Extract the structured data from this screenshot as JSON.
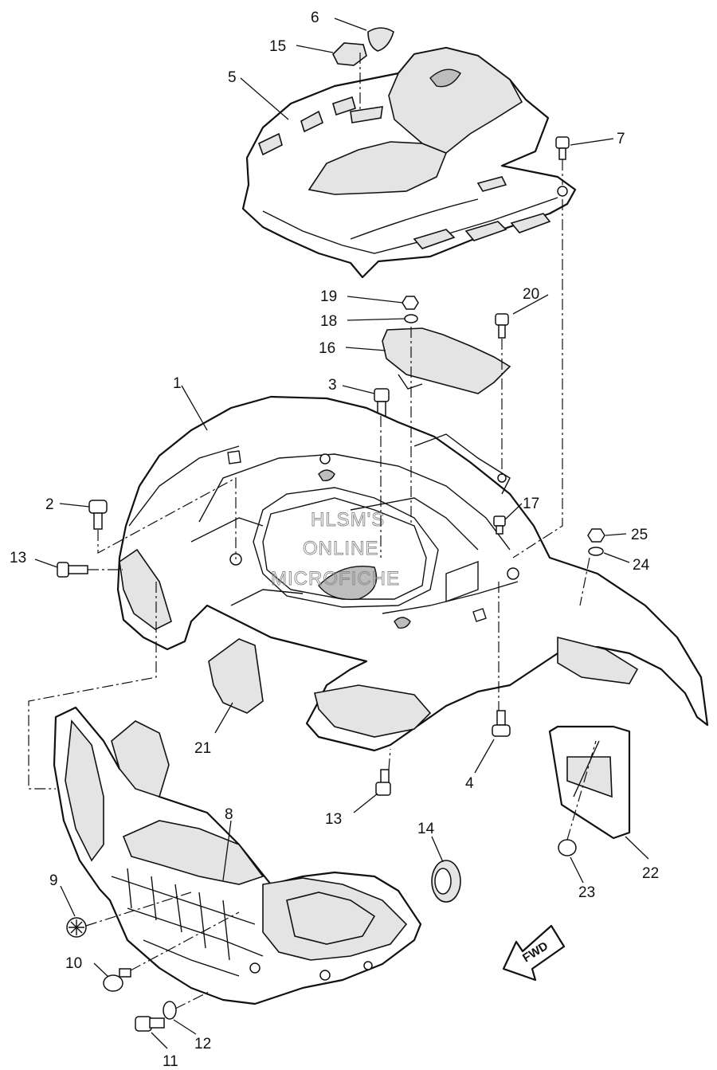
{
  "diagram": {
    "callouts": [
      {
        "id": "c1",
        "text": "1"
      },
      {
        "id": "c2",
        "text": "2"
      },
      {
        "id": "c3",
        "text": "3"
      },
      {
        "id": "c4",
        "text": "4"
      },
      {
        "id": "c5",
        "text": "5"
      },
      {
        "id": "c6",
        "text": "6"
      },
      {
        "id": "c7",
        "text": "7"
      },
      {
        "id": "c8",
        "text": "8"
      },
      {
        "id": "c9",
        "text": "9"
      },
      {
        "id": "c10",
        "text": "10"
      },
      {
        "id": "c11",
        "text": "11"
      },
      {
        "id": "c12",
        "text": "12"
      },
      {
        "id": "c13a",
        "text": "13"
      },
      {
        "id": "c13b",
        "text": "13"
      },
      {
        "id": "c14",
        "text": "14"
      },
      {
        "id": "c15",
        "text": "15"
      },
      {
        "id": "c16",
        "text": "16"
      },
      {
        "id": "c17",
        "text": "17"
      },
      {
        "id": "c18",
        "text": "18"
      },
      {
        "id": "c19",
        "text": "19"
      },
      {
        "id": "c20",
        "text": "20"
      },
      {
        "id": "c21",
        "text": "21"
      },
      {
        "id": "c22",
        "text": "22"
      },
      {
        "id": "c23",
        "text": "23"
      },
      {
        "id": "c24",
        "text": "24"
      },
      {
        "id": "c25",
        "text": "25"
      }
    ],
    "watermark": [
      "HLSM'S",
      "ONLINE",
      "MICROFICHE"
    ],
    "direction_label": "FWD"
  }
}
